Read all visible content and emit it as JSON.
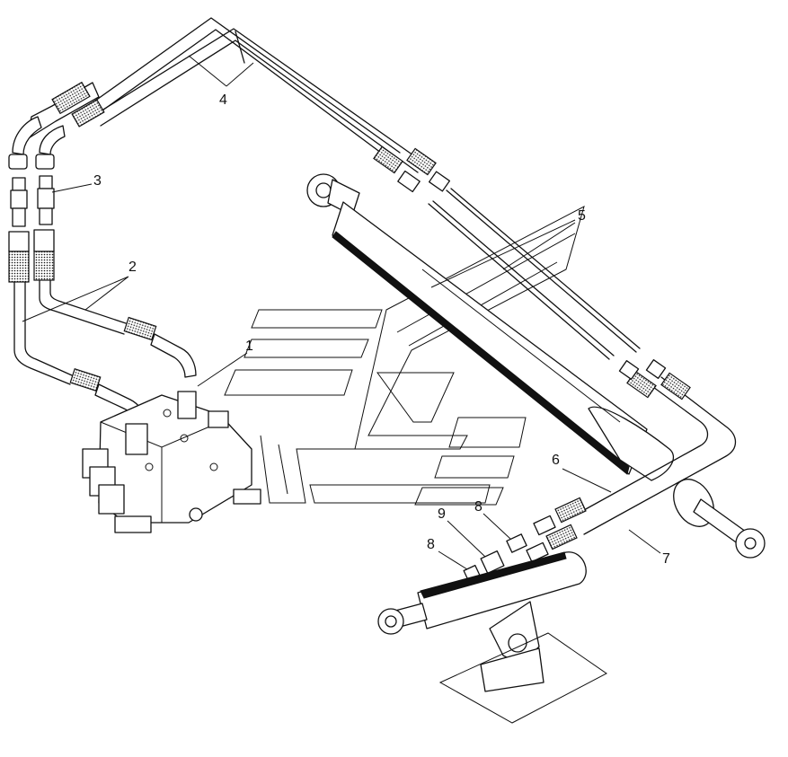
{
  "callouts": [
    {
      "id": "c1",
      "text": "1"
    },
    {
      "id": "c2",
      "text": "2"
    },
    {
      "id": "c3",
      "text": "3"
    },
    {
      "id": "c4",
      "text": "4"
    },
    {
      "id": "c5",
      "text": "5"
    },
    {
      "id": "c6",
      "text": "6"
    },
    {
      "id": "c7",
      "text": "7"
    },
    {
      "id": "c8a",
      "text": "8"
    },
    {
      "id": "c8b",
      "text": "8"
    },
    {
      "id": "c9",
      "text": "9"
    }
  ]
}
